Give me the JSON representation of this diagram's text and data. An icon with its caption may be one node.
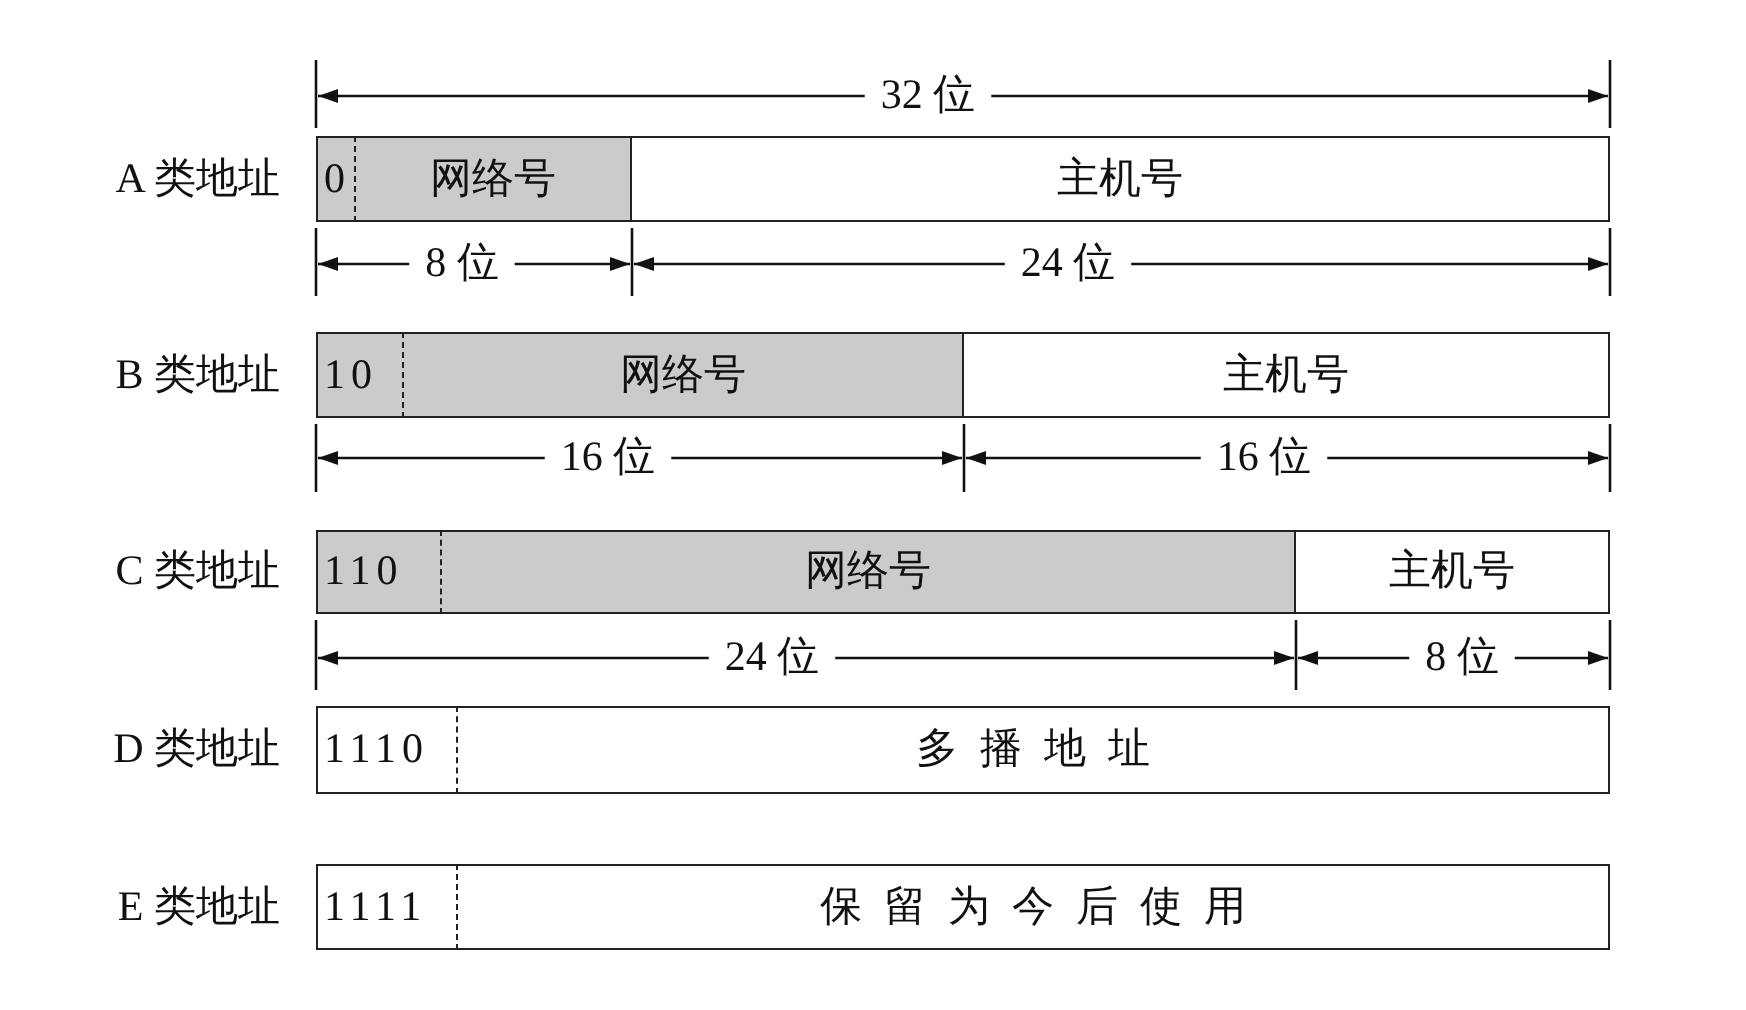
{
  "diagram": {
    "nodes": [
      {
        "text": [
          "0"
        ]
      },
      {
        "text": [
          "网络号"
        ]
      },
      {
        "text": [
          "主机号"
        ]
      },
      {
        "text": [
          "10"
        ]
      },
      {
        "text": [
          "网络号"
        ]
      },
      {
        "text": [
          "主机号"
        ]
      },
      {
        "text": [
          "110"
        ]
      },
      {
        "text": [
          "网络号"
        ]
      },
      {
        "text": [
          "主机号"
        ]
      },
      {
        "text": [
          "1110"
        ]
      },
      {
        "text": [
          "多播地址"
        ]
      },
      {
        "text": [
          "1111"
        ]
      },
      {
        "text": [
          "保留为今后使用"
        ]
      }
    ],
    "labels": [
      "32 位",
      "A 类地址",
      "8 位",
      "24 位",
      "B 类地址",
      "16 位",
      "16 位",
      "C 类地址",
      "24 位",
      "8 位",
      "D 类地址",
      "E 类地址"
    ]
  }
}
